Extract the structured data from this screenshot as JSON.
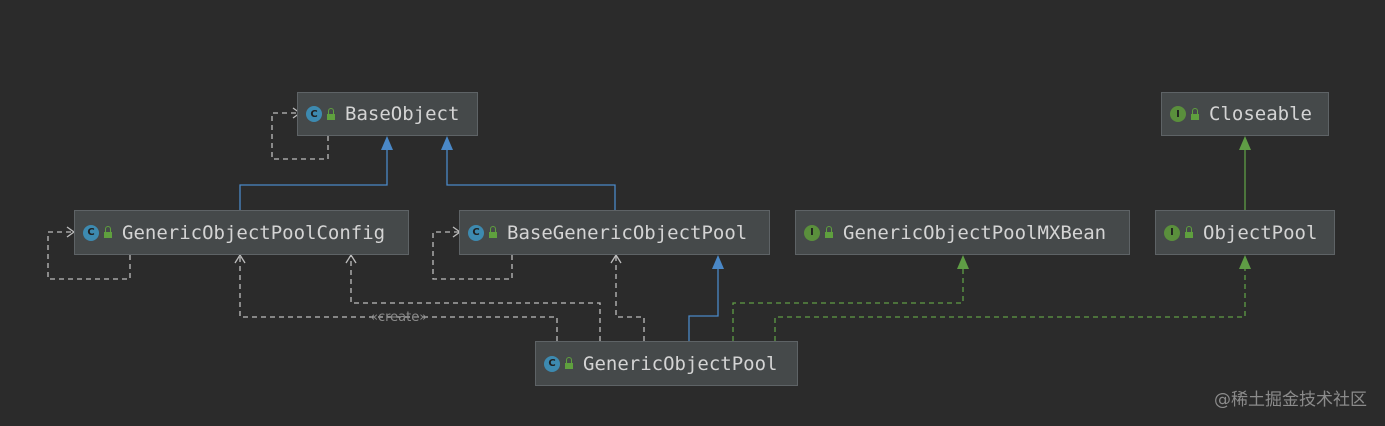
{
  "nodes": {
    "base_object": {
      "name": "BaseObject",
      "kind": "C"
    },
    "generic_object_pool_config": {
      "name": "GenericObjectPoolConfig",
      "kind": "C"
    },
    "base_generic_object_pool": {
      "name": "BaseGenericObjectPool",
      "kind": "C"
    },
    "generic_object_pool_mxbean": {
      "name": "GenericObjectPoolMXBean",
      "kind": "I"
    },
    "closeable": {
      "name": "Closeable",
      "kind": "I"
    },
    "object_pool": {
      "name": "ObjectPool",
      "kind": "I"
    },
    "generic_object_pool": {
      "name": "GenericObjectPool",
      "kind": "C"
    }
  },
  "edge_labels": {
    "create": "«create»"
  },
  "watermark": "@稀土掘金技术社区",
  "colors": {
    "background": "#2b2b2b",
    "node_fill": "#45494a",
    "extends_line": "#4a88c7",
    "implements_line": "#5f9d45",
    "dependency_line": "#bdbdbd"
  }
}
